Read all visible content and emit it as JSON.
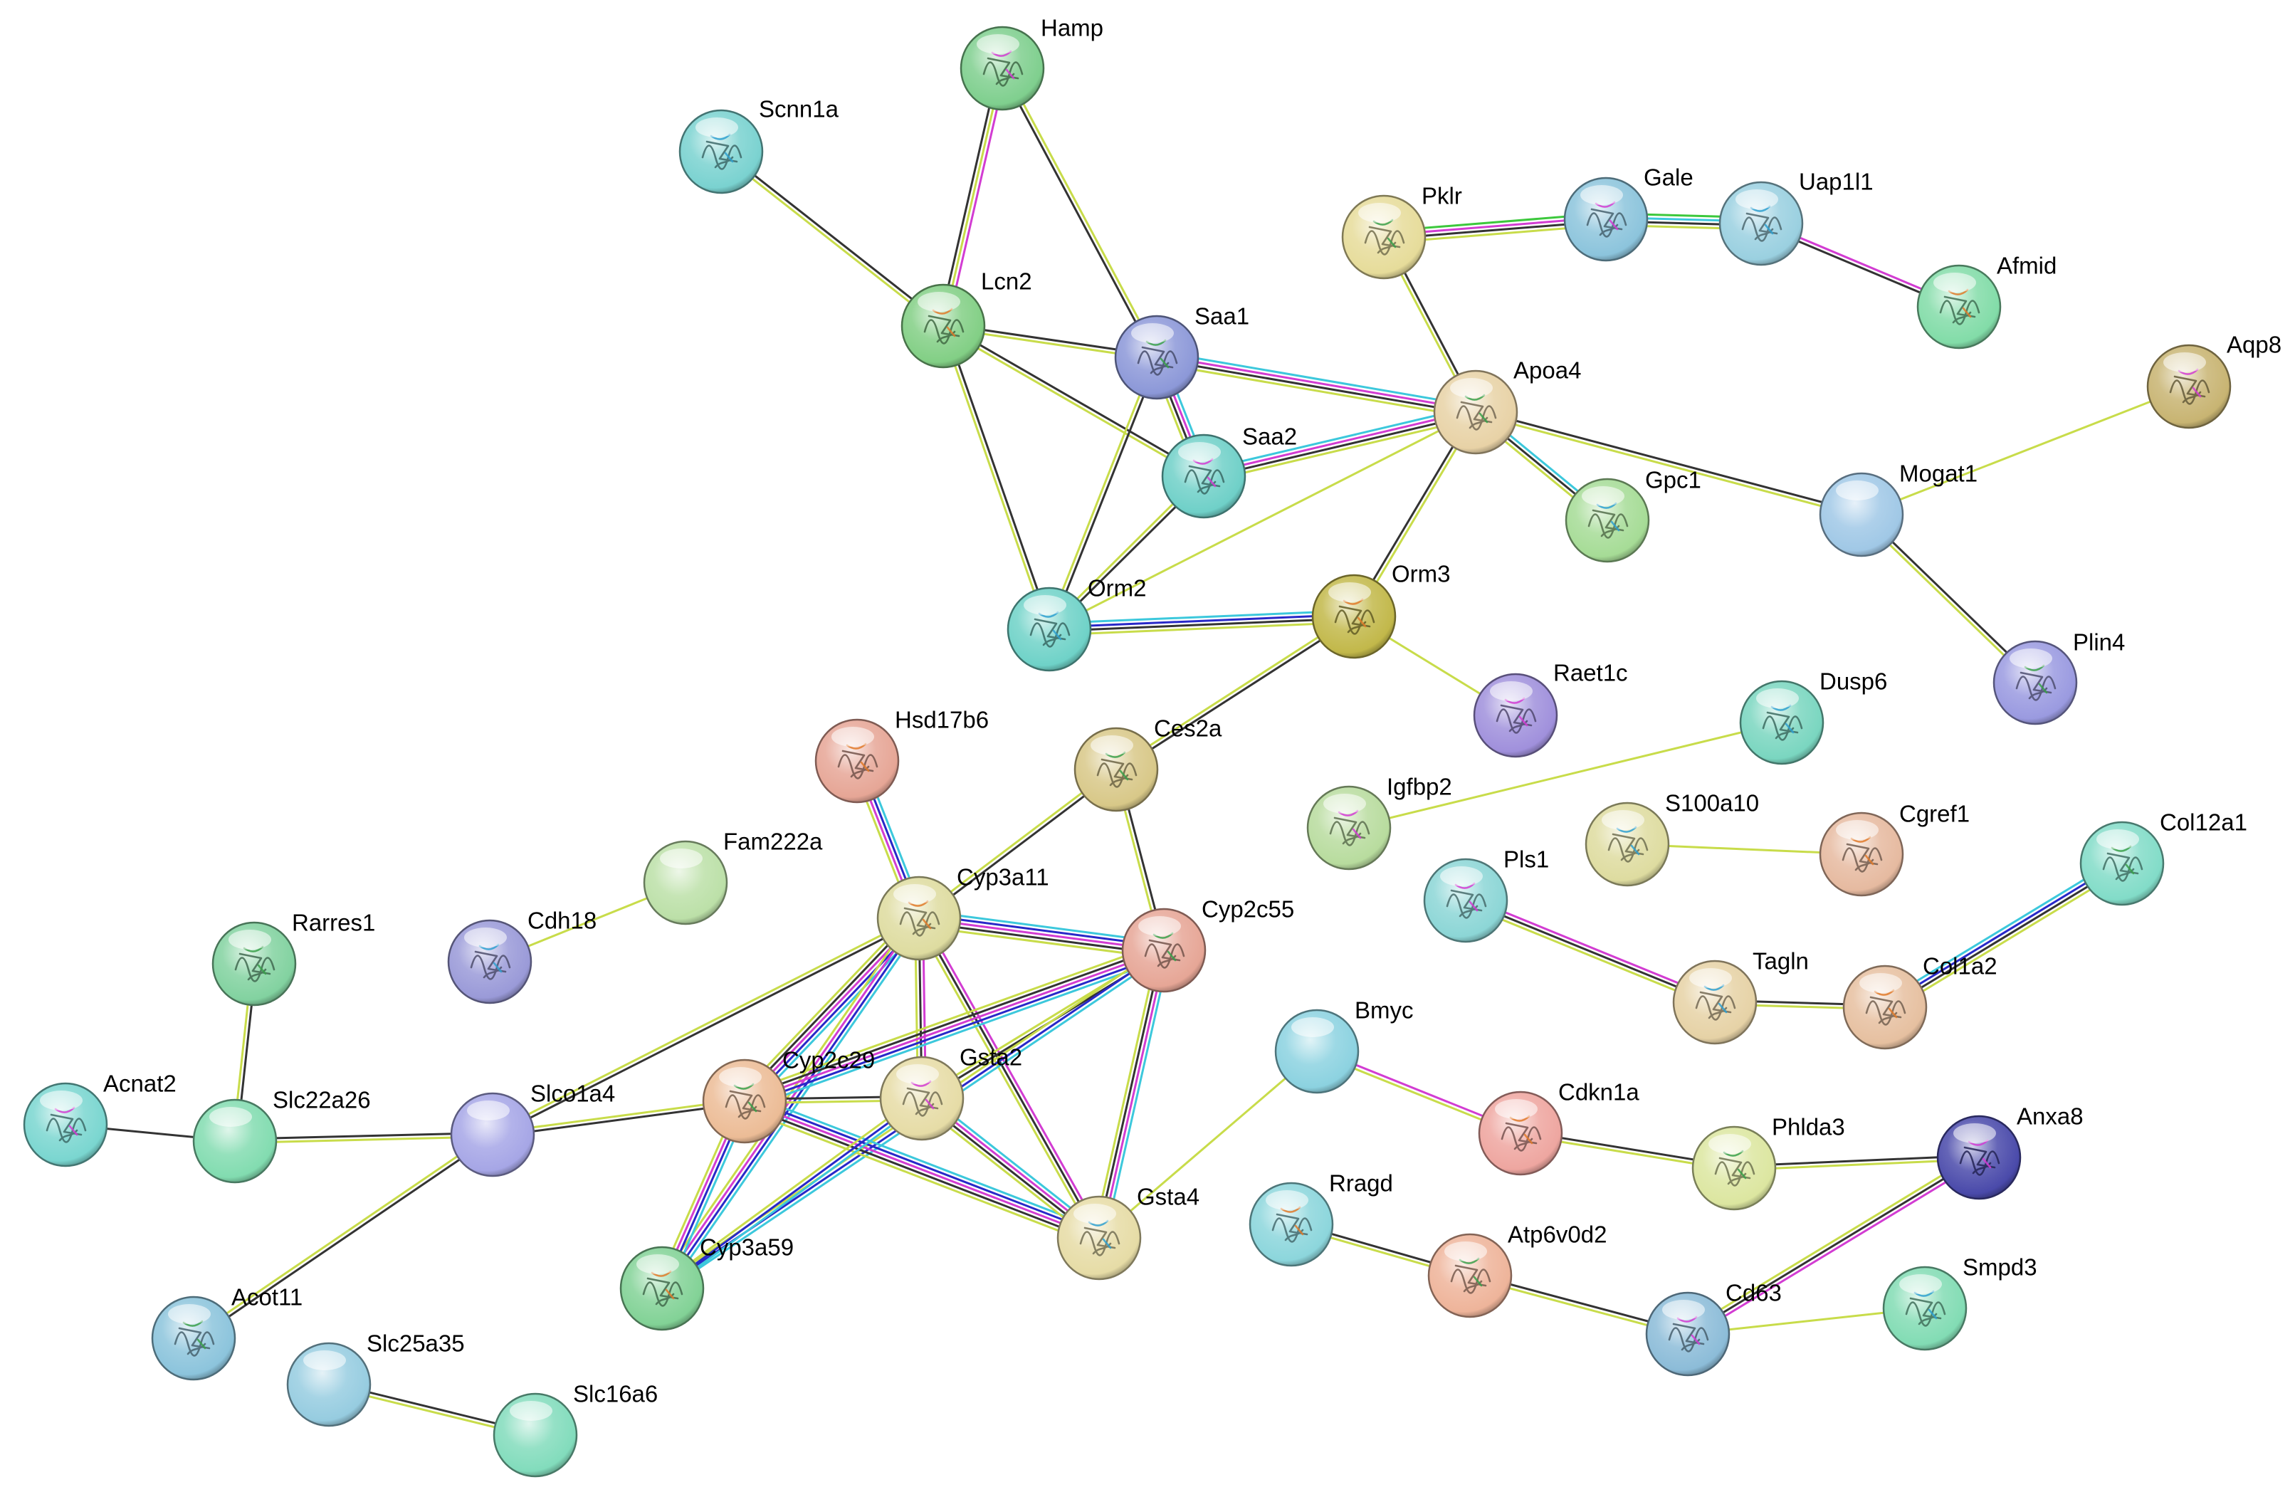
{
  "network": {
    "edge_type_colors": {
      "textmining": "#c8dc4a",
      "coexpression": "#333333",
      "experiments": "#d23cd2",
      "databases": "#3cc8dc",
      "cooccurrence": "#2828c8",
      "fusion": "#dc3c3c",
      "neighborhood": "#3cc83c"
    },
    "nodes": [
      {
        "id": "Hamp",
        "label": "Hamp",
        "color": "#7fcf8e",
        "icon": "protein-structure-icon"
      },
      {
        "id": "Scnn1a",
        "label": "Scnn1a",
        "color": "#7ad2d0",
        "icon": "protein-structure-icon"
      },
      {
        "id": "Lcn2",
        "label": "Lcn2",
        "color": "#82cf85",
        "icon": "protein-structure-icon"
      },
      {
        "id": "Saa1",
        "label": "Saa1",
        "color": "#8c98d8",
        "icon": "protein-structure-icon"
      },
      {
        "id": "Saa2",
        "label": "Saa2",
        "color": "#6fd0c8",
        "icon": "protein-structure-icon"
      },
      {
        "id": "Orm2",
        "label": "Orm2",
        "color": "#6fd2c8",
        "icon": "protein-structure-icon"
      },
      {
        "id": "Orm3",
        "label": "Orm3",
        "color": "#c2b84a",
        "icon": "protein-structure-icon"
      },
      {
        "id": "Pklr",
        "label": "Pklr",
        "color": "#e6dc9a",
        "icon": "protein-structure-icon"
      },
      {
        "id": "Gale",
        "label": "Gale",
        "color": "#8cc4dc",
        "icon": "protein-structure-icon"
      },
      {
        "id": "Uap1l1",
        "label": "Uap1l1",
        "color": "#9ad0e0",
        "icon": "protein-structure-icon"
      },
      {
        "id": "Afmid",
        "label": "Afmid",
        "color": "#82dca8",
        "icon": "protein-structure-icon"
      },
      {
        "id": "Apoa4",
        "label": "Apoa4",
        "color": "#e8d2a6",
        "icon": "protein-structure-icon"
      },
      {
        "id": "Aqp8",
        "label": "Aqp8",
        "color": "#c8b472",
        "icon": "protein-structure-icon"
      },
      {
        "id": "Gpc1",
        "label": "Gpc1",
        "color": "#a6dc96",
        "icon": "protein-structure-icon"
      },
      {
        "id": "Mogat1",
        "label": "Mogat1",
        "color": "#a0c8e6",
        "icon": ""
      },
      {
        "id": "Plin4",
        "label": "Plin4",
        "color": "#9a9ae0",
        "icon": "protein-structure-icon"
      },
      {
        "id": "Raet1c",
        "label": "Raet1c",
        "color": "#a090dc",
        "icon": "protein-structure-icon"
      },
      {
        "id": "Dusp6",
        "label": "Dusp6",
        "color": "#7ad6c0",
        "icon": "protein-structure-icon"
      },
      {
        "id": "Hsd17b6",
        "label": "Hsd17b6",
        "color": "#e6a696",
        "icon": "protein-structure-icon"
      },
      {
        "id": "Ces2a",
        "label": "Ces2a",
        "color": "#d8c888",
        "icon": "protein-structure-icon"
      },
      {
        "id": "Igfbp2",
        "label": "Igfbp2",
        "color": "#b8dc9e",
        "icon": "protein-structure-icon"
      },
      {
        "id": "S100a10",
        "label": "S100a10",
        "color": "#dedca0",
        "icon": "protein-structure-icon"
      },
      {
        "id": "Cgref1",
        "label": "Cgref1",
        "color": "#e6baa0",
        "icon": "protein-structure-icon"
      },
      {
        "id": "Col12a1",
        "label": "Col12a1",
        "color": "#82dcc8",
        "icon": "protein-structure-icon"
      },
      {
        "id": "Fam222a",
        "label": "Fam222a",
        "color": "#bce0a8",
        "icon": ""
      },
      {
        "id": "Cdh18",
        "label": "Cdh18",
        "color": "#9a9ad8",
        "icon": "protein-structure-icon"
      },
      {
        "id": "Cyp3a11",
        "label": "Cyp3a11",
        "color": "#dedca0",
        "icon": "protein-structure-icon"
      },
      {
        "id": "Cyp2c55",
        "label": "Cyp2c55",
        "color": "#e6a696",
        "icon": "protein-structure-icon"
      },
      {
        "id": "Pls1",
        "label": "Pls1",
        "color": "#8cd6d6",
        "icon": "protein-structure-icon"
      },
      {
        "id": "Tagln",
        "label": "Tagln",
        "color": "#e6d2a6",
        "icon": "protein-structure-icon"
      },
      {
        "id": "Col1a2",
        "label": "Col1a2",
        "color": "#e6c0a0",
        "icon": "protein-structure-icon"
      },
      {
        "id": "Rarres1",
        "label": "Rarres1",
        "color": "#82d2a0",
        "icon": "protein-structure-icon"
      },
      {
        "id": "Acnat2",
        "label": "Acnat2",
        "color": "#7ad6d0",
        "icon": "protein-structure-icon"
      },
      {
        "id": "Slc22a26",
        "label": "Slc22a26",
        "color": "#82dcb0",
        "icon": ""
      },
      {
        "id": "Slco1a4",
        "label": "Slco1a4",
        "color": "#a6a6e6",
        "icon": ""
      },
      {
        "id": "Cyp2c29",
        "label": "Cyp2c29",
        "color": "#ecbc96",
        "icon": "protein-structure-icon"
      },
      {
        "id": "Gsta2",
        "label": "Gsta2",
        "color": "#e6dca6",
        "icon": "protein-structure-icon"
      },
      {
        "id": "Bmyc",
        "label": "Bmyc",
        "color": "#8cd2e0",
        "icon": ""
      },
      {
        "id": "Cdkn1a",
        "label": "Cdkn1a",
        "color": "#eea6a0",
        "icon": "protein-structure-icon"
      },
      {
        "id": "Phlda3",
        "label": "Phlda3",
        "color": "#dce6a0",
        "icon": "protein-structure-icon"
      },
      {
        "id": "Anxa8",
        "label": "Anxa8",
        "color": "#4a4aaa",
        "icon": "protein-structure-icon"
      },
      {
        "id": "Gsta4",
        "label": "Gsta4",
        "color": "#e6dca6",
        "icon": "protein-structure-icon"
      },
      {
        "id": "Rragd",
        "label": "Rragd",
        "color": "#8cd6dc",
        "icon": "protein-structure-icon"
      },
      {
        "id": "Atp6v0d2",
        "label": "Atp6v0d2",
        "color": "#eeb49a",
        "icon": "protein-structure-icon"
      },
      {
        "id": "Cd63",
        "label": "Cd63",
        "color": "#8cbcd8",
        "icon": "protein-structure-icon"
      },
      {
        "id": "Smpd3",
        "label": "Smpd3",
        "color": "#82dcb4",
        "icon": "protein-structure-icon"
      },
      {
        "id": "Cyp3a59",
        "label": "Cyp3a59",
        "color": "#82d296",
        "icon": "protein-structure-icon"
      },
      {
        "id": "Acot11",
        "label": "Acot11",
        "color": "#8cc4dc",
        "icon": "protein-structure-icon"
      },
      {
        "id": "Slc25a35",
        "label": "Slc25a35",
        "color": "#96cce0",
        "icon": ""
      },
      {
        "id": "Slc16a6",
        "label": "Slc16a6",
        "color": "#82dcbc",
        "icon": ""
      }
    ],
    "edges": [
      {
        "source": "Hamp",
        "target": "Lcn2",
        "types": [
          "experiments",
          "textmining",
          "coexpression"
        ]
      },
      {
        "source": "Hamp",
        "target": "Saa1",
        "types": [
          "textmining",
          "coexpression"
        ]
      },
      {
        "source": "Scnn1a",
        "target": "Lcn2",
        "types": [
          "coexpression",
          "textmining"
        ]
      },
      {
        "source": "Lcn2",
        "target": "Saa1",
        "types": [
          "coexpression",
          "textmining"
        ]
      },
      {
        "source": "Lcn2",
        "target": "Saa2",
        "types": [
          "coexpression",
          "textmining"
        ]
      },
      {
        "source": "Lcn2",
        "target": "Orm2",
        "types": [
          "coexpression",
          "textmining"
        ]
      },
      {
        "source": "Saa1",
        "target": "Saa2",
        "types": [
          "databases",
          "experiments",
          "coexpression",
          "textmining"
        ]
      },
      {
        "source": "Saa1",
        "target": "Orm2",
        "types": [
          "coexpression",
          "textmining"
        ]
      },
      {
        "source": "Saa1",
        "target": "Apoa4",
        "types": [
          "databases",
          "experiments",
          "coexpression",
          "textmining"
        ]
      },
      {
        "source": "Saa2",
        "target": "Orm2",
        "types": [
          "coexpression",
          "textmining"
        ]
      },
      {
        "source": "Saa2",
        "target": "Apoa4",
        "types": [
          "databases",
          "experiments",
          "coexpression",
          "textmining"
        ]
      },
      {
        "source": "Orm2",
        "target": "Orm3",
        "types": [
          "databases",
          "cooccurrence",
          "coexpression",
          "textmining"
        ]
      },
      {
        "source": "Orm2",
        "target": "Apoa4",
        "types": [
          "textmining"
        ]
      },
      {
        "source": "Orm3",
        "target": "Apoa4",
        "types": [
          "coexpression",
          "textmining"
        ]
      },
      {
        "source": "Orm3",
        "target": "Raet1c",
        "types": [
          "textmining"
        ]
      },
      {
        "source": "Orm3",
        "target": "Ces2a",
        "types": [
          "coexpression",
          "textmining"
        ]
      },
      {
        "source": "Pklr",
        "target": "Gale",
        "types": [
          "neighborhood",
          "experiments",
          "coexpression",
          "textmining"
        ]
      },
      {
        "source": "Pklr",
        "target": "Apoa4",
        "types": [
          "coexpression",
          "textmining"
        ]
      },
      {
        "source": "Gale",
        "target": "Uap1l1",
        "types": [
          "neighborhood",
          "databases",
          "coexpression",
          "textmining"
        ]
      },
      {
        "source": "Uap1l1",
        "target": "Afmid",
        "types": [
          "experiments",
          "coexpression"
        ]
      },
      {
        "source": "Apoa4",
        "target": "Gpc1",
        "types": [
          "databases",
          "coexpression",
          "textmining"
        ]
      },
      {
        "source": "Apoa4",
        "target": "Mogat1",
        "types": [
          "coexpression",
          "textmining"
        ]
      },
      {
        "source": "Mogat1",
        "target": "Aqp8",
        "types": [
          "textmining"
        ]
      },
      {
        "source": "Mogat1",
        "target": "Plin4",
        "types": [
          "coexpression",
          "textmining"
        ]
      },
      {
        "source": "Igfbp2",
        "target": "Dusp6",
        "types": [
          "textmining"
        ]
      },
      {
        "source": "S100a10",
        "target": "Cgref1",
        "types": [
          "textmining"
        ]
      },
      {
        "source": "Pls1",
        "target": "Tagln",
        "types": [
          "experiments",
          "coexpression",
          "textmining"
        ]
      },
      {
        "source": "Tagln",
        "target": "Col1a2",
        "types": [
          "coexpression",
          "textmining"
        ]
      },
      {
        "source": "Col1a2",
        "target": "Col12a1",
        "types": [
          "databases",
          "cooccurrence",
          "coexpression",
          "textmining"
        ]
      },
      {
        "source": "Cdh18",
        "target": "Fam222a",
        "types": [
          "textmining"
        ]
      },
      {
        "source": "Hsd17b6",
        "target": "Cyp3a11",
        "types": [
          "databases",
          "cooccurrence",
          "experiments",
          "textmining"
        ]
      },
      {
        "source": "Ces2a",
        "target": "Cyp3a11",
        "types": [
          "coexpression",
          "textmining"
        ]
      },
      {
        "source": "Ces2a",
        "target": "Cyp2c55",
        "types": [
          "coexpression",
          "textmining"
        ]
      },
      {
        "source": "Cyp3a11",
        "target": "Cyp2c55",
        "types": [
          "databases",
          "cooccurrence",
          "experiments",
          "coexpression",
          "textmining"
        ]
      },
      {
        "source": "Cyp3a11",
        "target": "Cyp2c29",
        "types": [
          "databases",
          "cooccurrence",
          "experiments",
          "coexpression",
          "textmining"
        ]
      },
      {
        "source": "Cyp3a11",
        "target": "Gsta2",
        "types": [
          "experiments",
          "coexpression",
          "textmining"
        ]
      },
      {
        "source": "Cyp3a11",
        "target": "Gsta4",
        "types": [
          "experiments",
          "coexpression",
          "textmining"
        ]
      },
      {
        "source": "Cyp3a11",
        "target": "Slco1a4",
        "types": [
          "coexpression",
          "textmining"
        ]
      },
      {
        "source": "Cyp3a11",
        "target": "Cyp3a59",
        "types": [
          "databases",
          "cooccurrence",
          "experiments",
          "textmining"
        ]
      },
      {
        "source": "Cyp2c55",
        "target": "Cyp2c29",
        "types": [
          "databases",
          "cooccurrence",
          "experiments",
          "coexpression",
          "textmining"
        ]
      },
      {
        "source": "Cyp2c55",
        "target": "Gsta2",
        "types": [
          "coexpression",
          "textmining"
        ]
      },
      {
        "source": "Cyp2c55",
        "target": "Gsta4",
        "types": [
          "databases",
          "experiments",
          "coexpression",
          "textmining"
        ]
      },
      {
        "source": "Cyp2c55",
        "target": "Cyp3a59",
        "types": [
          "databases",
          "cooccurrence",
          "textmining"
        ]
      },
      {
        "source": "Cyp2c29",
        "target": "Gsta2",
        "types": [
          "coexpression",
          "textmining"
        ]
      },
      {
        "source": "Cyp2c29",
        "target": "Gsta4",
        "types": [
          "databases",
          "cooccurrence",
          "experiments",
          "coexpression",
          "textmining"
        ]
      },
      {
        "source": "Cyp2c29",
        "target": "Cyp3a59",
        "types": [
          "databases",
          "cooccurrence",
          "experiments",
          "textmining"
        ]
      },
      {
        "source": "Cyp2c29",
        "target": "Slco1a4",
        "types": [
          "coexpression",
          "textmining"
        ]
      },
      {
        "source": "Gsta2",
        "target": "Gsta4",
        "types": [
          "databases",
          "experiments",
          "coexpression",
          "textmining"
        ]
      },
      {
        "source": "Gsta2",
        "target": "Cyp3a59",
        "types": [
          "databases",
          "cooccurrence",
          "textmining"
        ]
      },
      {
        "source": "Gsta4",
        "target": "Bmyc",
        "types": [
          "textmining"
        ]
      },
      {
        "source": "Rarres1",
        "target": "Slc22a26",
        "types": [
          "coexpression",
          "textmining"
        ]
      },
      {
        "source": "Acnat2",
        "target": "Slc22a26",
        "types": [
          "coexpression"
        ]
      },
      {
        "source": "Slc22a26",
        "target": "Slco1a4",
        "types": [
          "coexpression",
          "textmining"
        ]
      },
      {
        "source": "Slco1a4",
        "target": "Acot11",
        "types": [
          "coexpression",
          "textmining"
        ]
      },
      {
        "source": "Slc25a35",
        "target": "Slc16a6",
        "types": [
          "coexpression",
          "textmining"
        ]
      },
      {
        "source": "Bmyc",
        "target": "Cdkn1a",
        "types": [
          "experiments",
          "textmining"
        ]
      },
      {
        "source": "Cdkn1a",
        "target": "Phlda3",
        "types": [
          "coexpression",
          "textmining"
        ]
      },
      {
        "source": "Phlda3",
        "target": "Anxa8",
        "types": [
          "coexpression",
          "textmining"
        ]
      },
      {
        "source": "Anxa8",
        "target": "Cd63",
        "types": [
          "experiments",
          "coexpression",
          "textmining"
        ]
      },
      {
        "source": "Rragd",
        "target": "Atp6v0d2",
        "types": [
          "coexpression",
          "textmining"
        ]
      },
      {
        "source": "Atp6v0d2",
        "target": "Cd63",
        "types": [
          "coexpression",
          "textmining"
        ]
      },
      {
        "source": "Cd63",
        "target": "Smpd3",
        "types": [
          "textmining"
        ]
      }
    ]
  }
}
